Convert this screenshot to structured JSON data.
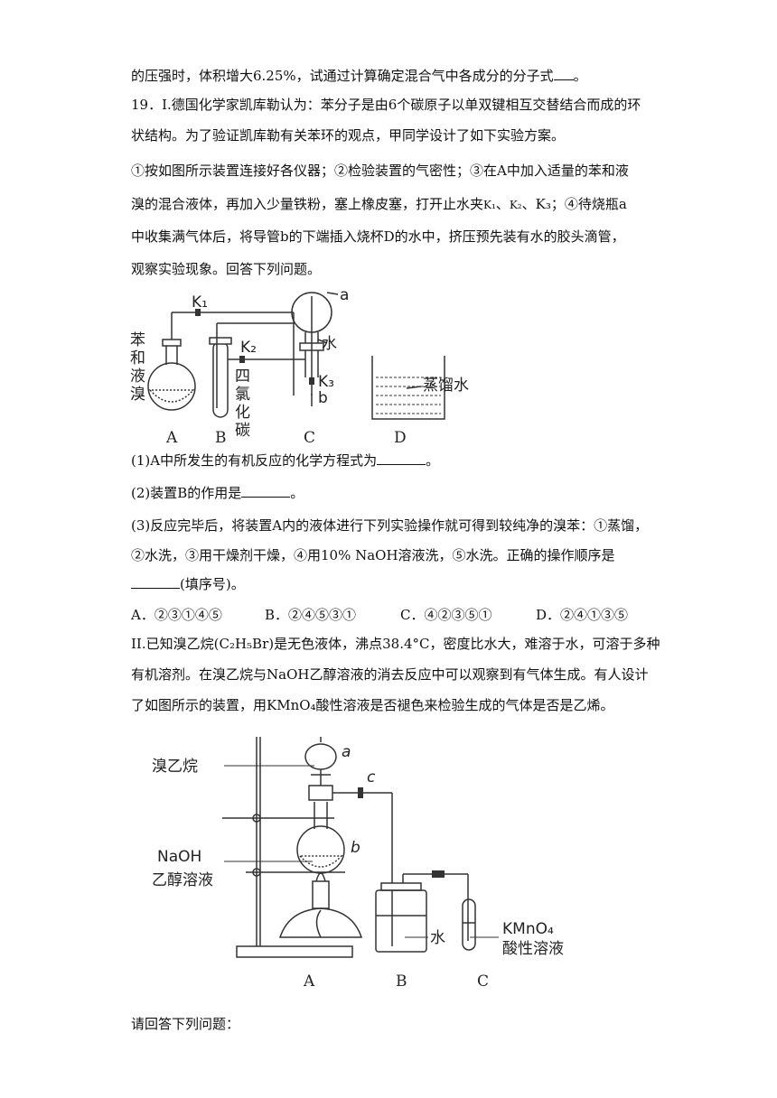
{
  "text": {
    "l1": "的压强时，体积增大6.25%，试通过计算确定混合气中各成分的分子式",
    "l1_end": "。",
    "q19_l1": "19．I.德国化学家凯库勒认为：苯分子是由6个碳原子以单双键相互交替结合而成的环",
    "q19_l2": "状结构。为了验证凯库勒有关苯环的观点，甲同学设计了如下实验方案。",
    "q19_l3": "①按如图所示装置连接好各仪器；②检验装置的气密性；③在A中加入适量的苯和液",
    "q19_l4_a": "溴的混合液体，再加入少量铁粉，塞上橡皮塞，打开止水夹",
    "q19_l4_k1": "K₁",
    "q19_l4_k2": "K₂",
    "q19_l4_k3": "K₃",
    "q19_l4_b": "；④待烧瓶a",
    "sep": "、",
    "q19_l5": "中收集满气体后，将导管b的下端插入烧杯D的水中，挤压预先装有水的胶头滴管，",
    "q19_l6": "观察实验现象。回答下列问题。",
    "p1": "(1)A中所发生的有机反应的化学方程式为",
    "p1_end": "。",
    "p2": "(2)装置B的作用是",
    "p2_end": "。",
    "p3_l1": "(3)反应完毕后，将装置A内的液体进行下列实验操作就可得到较纯净的溴苯：①蒸馏，",
    "p3_l2": "②水洗，③用干燥剂干燥，④用10% NaOH溶液洗，⑤水洗。正确的操作顺序是",
    "p3_l3_end": "(填序号)。",
    "choices": [
      "A．②③①④⑤",
      "B．②④⑤③①",
      "C．④②③⑤①",
      "D．②④①③⑤"
    ],
    "ii_l1": "II.已知溴乙烷(C₂H₅Br)是无色液体，沸点38.4°C，密度比水大，难溶于水，可溶于多种",
    "ii_l2": "有机溶剂。在溴乙烷与NaOH乙醇溶液的消去反应中可以观察到有气体生成。有人设计",
    "ii_l3": "了如图所示的装置，用KMnO₄酸性溶液是否褪色来检验生成的气体是否是乙烯。",
    "last": "请回答下列问题："
  },
  "fig1": {
    "label_left": [
      "苯",
      "和",
      "液",
      "溴"
    ],
    "label_b": [
      "四",
      "氯",
      "化",
      "碳"
    ],
    "k1": "K₁",
    "k2": "K₂",
    "k3": "K₃",
    "a": "a",
    "b": "b",
    "water": "水",
    "distilled": "蒸馏水",
    "captions": [
      "A",
      "B",
      "C",
      "D"
    ]
  },
  "fig2": {
    "bromoethane": "溴乙烷",
    "a": "a",
    "b": "b",
    "c": "c",
    "naoh_l1": "NaOH",
    "naoh_l2": "乙醇溶液",
    "water": "水",
    "kmno4_l1": "KMnO₄",
    "kmno4_l2": "酸性溶液",
    "captions": [
      "A",
      "B",
      "C"
    ]
  }
}
